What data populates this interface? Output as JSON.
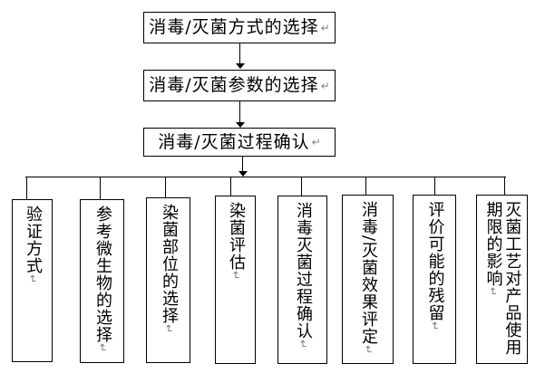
{
  "flow": {
    "top_nodes": [
      {
        "label": "消毒/灭菌方式的选择"
      },
      {
        "label": "消毒/灭菌参数的选择"
      },
      {
        "label": "消毒/灭菌过程确认"
      }
    ],
    "leaf_nodes": [
      {
        "label": "验证方式"
      },
      {
        "label": "参考微生物的选择"
      },
      {
        "label": "染菌部位的选择"
      },
      {
        "label": "染菌评估"
      },
      {
        "label": "消毒灭菌过程确认"
      },
      {
        "label": "消毒/灭菌效果评定"
      },
      {
        "label": "评价可能的残留"
      },
      {
        "label": "灭菌工艺对产品使用期限的影响",
        "lines": [
          "灭菌工艺对产品使用",
          "期限的影响"
        ]
      }
    ],
    "marks": {
      "horizontal": "↵",
      "vertical": "↵"
    },
    "colors": {
      "line": "#000000",
      "mark": "#808080",
      "background": "#ffffff"
    }
  }
}
